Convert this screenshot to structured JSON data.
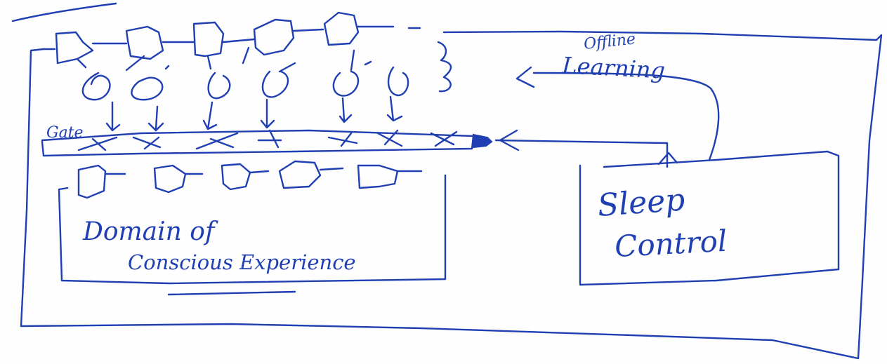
{
  "labels": {
    "gate": "Gate",
    "offline_line1": "Offline",
    "offline_line2": "Learning",
    "domain_line1": "Domain  of",
    "domain_line2": "Conscious Experience",
    "sleep_line1": "Sleep",
    "sleep_line2": "Control"
  },
  "colors": {
    "ink": "#1f3fb3",
    "paper": "#fefefe"
  }
}
